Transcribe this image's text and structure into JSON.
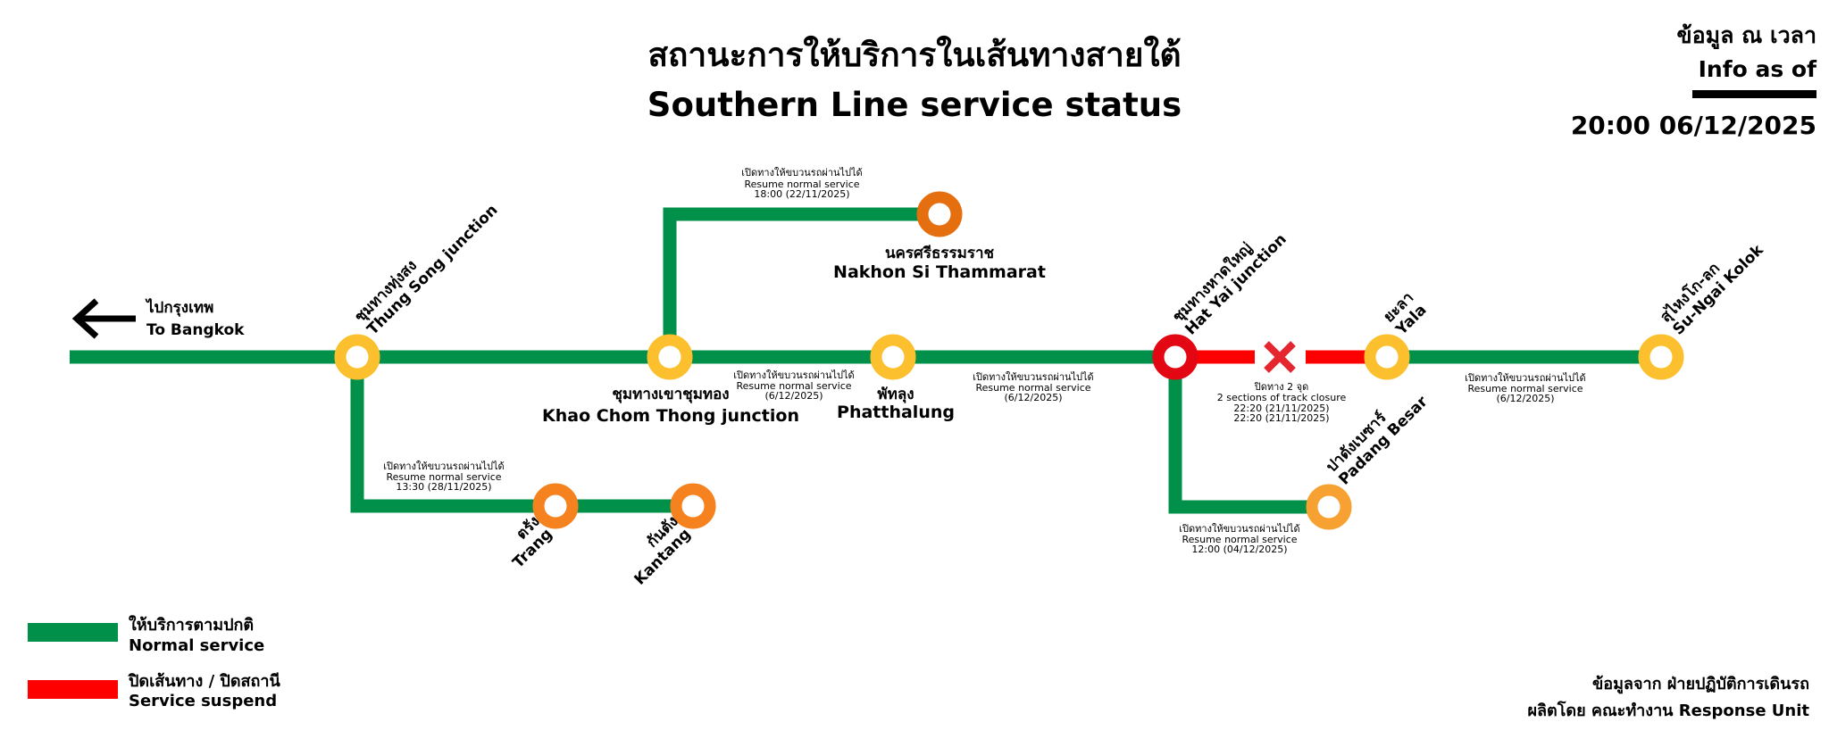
{
  "header": {
    "title_th": "สถานะการให้บริการในเส้นทางสายใต้",
    "title_en": "Southern Line service status",
    "info_th": "ข้อมูล ณ เวลา",
    "info_en": "Info as of",
    "info_time": "20:00 06/12/2025"
  },
  "direction": {
    "th": "ไปกรุงเทพ",
    "en": "To Bangkok"
  },
  "stations": {
    "thung_song": {
      "th": "ชุมทางทุ่งสง",
      "en": "Thung Song junction"
    },
    "trang": {
      "th": "ตรัง",
      "en": "Trang"
    },
    "kantang": {
      "th": "กันตัง",
      "en": "Kantang"
    },
    "khao_chum_thong": {
      "th": "ชุมทางเขาชุมทอง",
      "en": "Khao Chom Thong junction"
    },
    "nakhon_si_thammarat": {
      "th": "นครศรีธรรมราช",
      "en": "Nakhon Si Thammarat"
    },
    "phatthalung": {
      "th": "พัทลุง",
      "en": "Phatthalung"
    },
    "hat_yai": {
      "th": "ชุมทางหาดใหญ่",
      "en": "Hat Yai junction"
    },
    "yala": {
      "th": "ยะลา",
      "en": "Yala"
    },
    "padang_besar": {
      "th": "ปาดังเบซาร์",
      "en": "Padang Besar"
    },
    "sungai_kolok": {
      "th": "สุไหงโก-ลก",
      "en": "Su-Ngai Kolok"
    }
  },
  "notes": {
    "nakhon": {
      "th": "เปิดทางให้ขบวนรถผ่านไปได้",
      "en": "Resume normal service",
      "time": "18:00 (22/11/2025)"
    },
    "trang": {
      "th": "เปิดทางให้ขบวนรถผ่านไปได้",
      "en": "Resume normal service",
      "time": "13:30 (28/11/2025)"
    },
    "khao_phatthalung": {
      "th": "เปิดทางให้ขบวนรถผ่านไปได้",
      "en": "Resume normal service",
      "time": "(6/12/2025)"
    },
    "phatthalung_hatyai": {
      "th": "เปิดทางให้ขบวนรถผ่านไปได้",
      "en": "Resume normal service",
      "time": "(6/12/2025)"
    },
    "closure": {
      "th": "ปิดทาง 2 จุด",
      "en": "2 sections of track closure",
      "time1": "22:20 (21/11/2025)",
      "time2": "22:20 (21/11/2025)"
    },
    "padang": {
      "th": "เปิดทางให้ขบวนรถผ่านไปได้",
      "en": "Resume normal service",
      "time": "12:00 (04/12/2025)"
    },
    "yala_kolok": {
      "th": "เปิดทางให้ขบวนรถผ่านไปได้",
      "en": "Resume normal service",
      "time": "(6/12/2025)"
    }
  },
  "legend": {
    "normal": {
      "th": "ให้บริการตามปกติ",
      "en": "Normal service",
      "color": "#00904a"
    },
    "suspend": {
      "th": "ปิดเส้นทาง / ปิดสถานี",
      "en": "Service suspend",
      "color": "#ff0000"
    }
  },
  "footer": {
    "source": "ข้อมูลจาก ฝ่ายปฏิบัติการเดินรถ",
    "producer": "ผลิตโดย คณะทำงาน Response Unit"
  },
  "colors": {
    "line_normal": "#00904a",
    "line_suspend": "#ff0000",
    "station_yellow": "#fcc02e",
    "station_orange": "#f5821f",
    "station_dark_orange": "#e56f0e",
    "station_padang": "#f6a132",
    "station_closed": "#e30613",
    "closure_mark": "#e5262f"
  }
}
